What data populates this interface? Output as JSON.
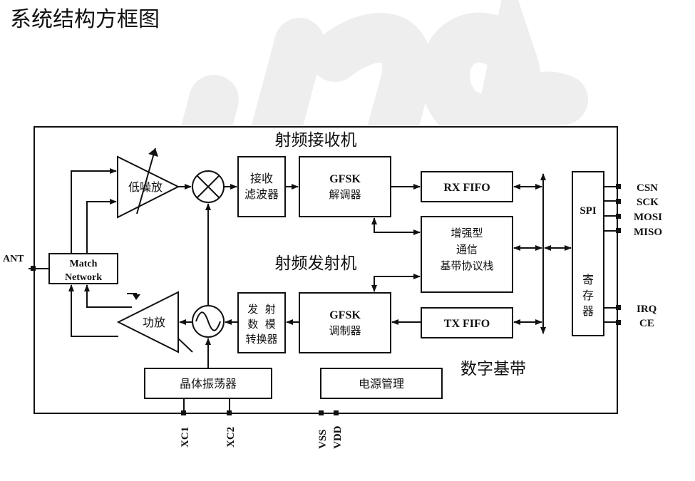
{
  "page_title": "系统结构方框图",
  "sections": {
    "rf_receiver": "射频接收机",
    "rf_transmitter": "射频发射机",
    "digital_baseband": "数字基带"
  },
  "blocks": {
    "lna": "低噪放",
    "rx_filter": [
      "接收",
      "滤波器"
    ],
    "gfsk_demod": {
      "title": "GFSK",
      "sub": "解调器"
    },
    "rx_fifo": "RX FIFO",
    "protocol": [
      "增强型",
      "通信",
      "基带协议栈"
    ],
    "tx_fifo": "TX FIFO",
    "gfsk_mod": {
      "title": "GFSK",
      "sub": "调制器"
    },
    "dac": [
      "发  射",
      "数  模",
      "转换器"
    ],
    "pa": "功放",
    "match": [
      "Match",
      "Network"
    ],
    "crystal": "晶体振荡器",
    "power": "电源管理",
    "spi": {
      "title": "SPI",
      "sub": [
        "寄",
        "存",
        "器"
      ]
    }
  },
  "pins": {
    "ant": "ANT",
    "right": [
      "CSN",
      "SCK",
      "MOSI",
      "MISO"
    ],
    "irq": "IRQ",
    "ce": "CE",
    "bottom": [
      "XC1",
      "XC2",
      "VSS",
      "VDD"
    ]
  }
}
